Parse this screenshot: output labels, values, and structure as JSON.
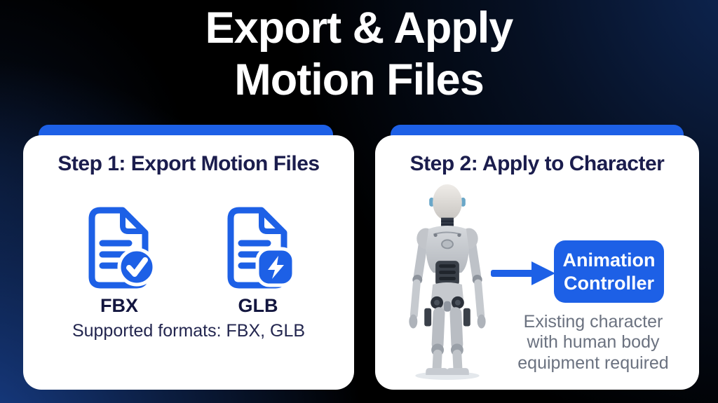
{
  "title": {
    "line1": "Export & Apply",
    "line2": "Motion Files"
  },
  "colors": {
    "accent_blue": "#1d60e6",
    "card_bg": "#ffffff",
    "heading_navy": "#1b1d4d",
    "caption_dark": "#23264f",
    "caption_gray": "#6b7280",
    "background": "#000000"
  },
  "step1": {
    "heading": "Step 1: Export Motion Files",
    "formats": [
      {
        "label": "FBX",
        "icon": "document-check-icon"
      },
      {
        "label": "GLB",
        "icon": "document-bolt-icon"
      }
    ],
    "caption": "Supported formats: FBX, GLB"
  },
  "step2": {
    "heading": "Step 2: Apply to Character",
    "illustration": "humanoid-robot",
    "button_label": "Animation Controller",
    "caption": "Existing character with human body equipment required"
  }
}
